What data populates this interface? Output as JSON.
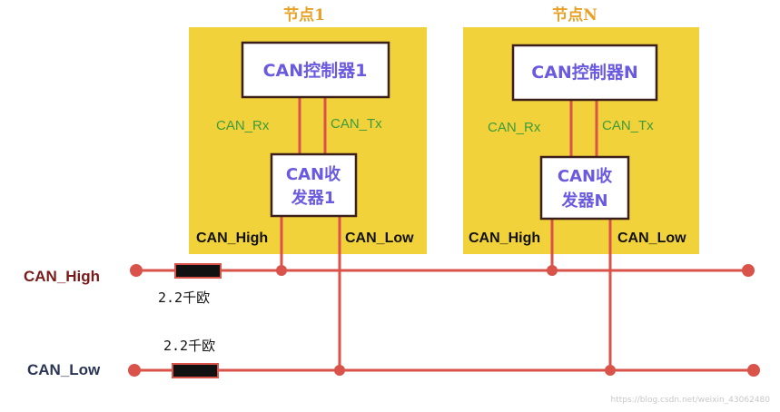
{
  "nodes": [
    {
      "title": "节点1",
      "controller": "CAN控制器1",
      "rx_label": "CAN_Rx",
      "tx_label": "CAN_Tx",
      "transceiver_line1": "CAN收",
      "transceiver_line2": "发器1",
      "pin_high": "CAN_High",
      "pin_low": "CAN_Low"
    },
    {
      "title": "节点N",
      "controller": "CAN控制器N",
      "rx_label": "CAN_Rx",
      "tx_label": "CAN_Tx",
      "transceiver_line1": "CAN收",
      "transceiver_line2": "发器N",
      "pin_high": "CAN_High",
      "pin_low": "CAN_Low"
    }
  ],
  "bus": {
    "high_label": "CAN_High",
    "low_label": "CAN_Low",
    "resistor_high_label": "2.2千欧",
    "resistor_low_label": "2.2千欧"
  },
  "watermark": "https://blog.csdn.net/weixin_43062480",
  "colors": {
    "node_fill": "#f2d23a",
    "box_fill": "#ffffff",
    "box_stroke": "#3a1f1a",
    "wire": "#d9534a",
    "box_text": "#6a5adf",
    "node_title": "#e8a126",
    "signal_text": "#3d9b3d",
    "resistor": "#111111"
  }
}
